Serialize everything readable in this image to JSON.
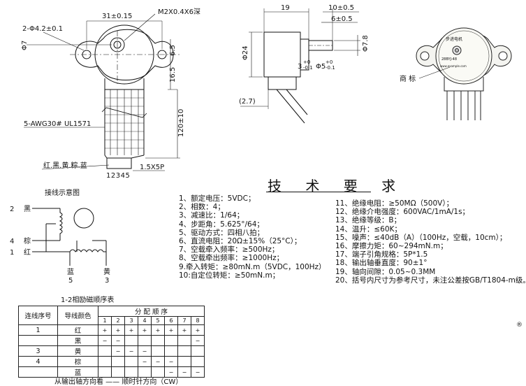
{
  "dimensions": {
    "mount_holes": "2-Φ4.2±0.1",
    "hole_pitch": "31±0.15",
    "screw": "M2X0.4X6深",
    "d7": "Φ7",
    "h65": "6.5",
    "h165": "16.5",
    "lead_len": "120±10",
    "cable": "5-AWG30# UL1571",
    "colors": "红.黑.黄.粽.蓝",
    "connector": "1.5X5P",
    "pins": "12345",
    "w19": "19",
    "w10": "10±0.5",
    "w6": "6±0.5",
    "d24": "Φ24",
    "d78": "Φ7.8",
    "flat": "3",
    "flat_tol": "+0\n-0.1",
    "shaft": "Φ5",
    "shaft_tol": "+0\n-0.1",
    "ref27": "(2.7)",
    "trademark": "商 标"
  },
  "wiring": {
    "caption": "接线示意图",
    "terminals": [
      {
        "num": "2",
        "color": "黑"
      },
      {
        "num": "4",
        "color": "棕"
      },
      {
        "num": "1",
        "color": "红"
      }
    ],
    "bottom": [
      {
        "color": "蓝",
        "num": "5"
      },
      {
        "color": "黄",
        "num": "3"
      }
    ]
  },
  "spec": {
    "title": "技 术 要 求",
    "left": [
      "1、额定电压：5VDC；",
      "2、相数：4；",
      "3、减速比：1/64；",
      "4、步距角：5.625°/64；",
      "5、驱动方式：四相八拍；",
      "6、直流电阻：20Ω±15%（25°C）；",
      "7、空载牵入频率：≥500Hz；",
      "8、空载牵出频率：≥1000Hz；",
      "9.牵入转矩：≥80mN.m（5VDC，100Hz）",
      "10:自定位转矩：≥50mN.m；"
    ],
    "right": [
      "11、绝缘电阻：≥50MΩ（500V）；",
      "12、绝缘介电强度：600VAC/1mA/1s；",
      "13、绝缘等级：B；",
      "14、温升：≤60K；",
      "15、噪声：≤40dB（A）（100Hz，空载，10cm）；",
      "16、摩擦力矩：60~294mN.m；",
      "17、端子引角规格：5P*1.5",
      "18、输出轴垂直度：90±1°",
      "19、轴向间隙：0.05~0.3MM",
      "20、括号内尺寸为参考尺寸，未注公差按GB/T1804-m级。"
    ]
  },
  "sequence_table": {
    "caption": "1-2相励磁顺序表",
    "col_seq": "连线序号",
    "col_color": "导线颜色",
    "col_order": "分 配 顺 序",
    "steps": [
      "1",
      "2",
      "3",
      "4",
      "5",
      "6",
      "7",
      "8"
    ],
    "rows": [
      {
        "seq": "1",
        "color": "红",
        "cells": [
          "+",
          "+",
          "+",
          "+",
          "+",
          "+",
          "+",
          "+"
        ]
      },
      {
        "seq": "",
        "color": "黑",
        "cells": [
          "−",
          "−",
          "",
          "",
          "",
          "",
          "",
          "−"
        ]
      },
      {
        "seq": "3",
        "color": "黄",
        "cells": [
          "",
          "−",
          "−",
          "−",
          "",
          "",
          "",
          ""
        ]
      },
      {
        "seq": "4",
        "color": "棕",
        "cells": [
          "",
          "",
          "",
          "−",
          "−",
          "−",
          "",
          ""
        ]
      },
      {
        "seq": "",
        "color": "蓝",
        "cells": [
          "",
          "",
          "",
          "",
          "",
          "−",
          "−",
          "−"
        ]
      }
    ],
    "note": "从输出轴方向看 —— 顺时针方向（CW）"
  },
  "registered_mark": "®"
}
